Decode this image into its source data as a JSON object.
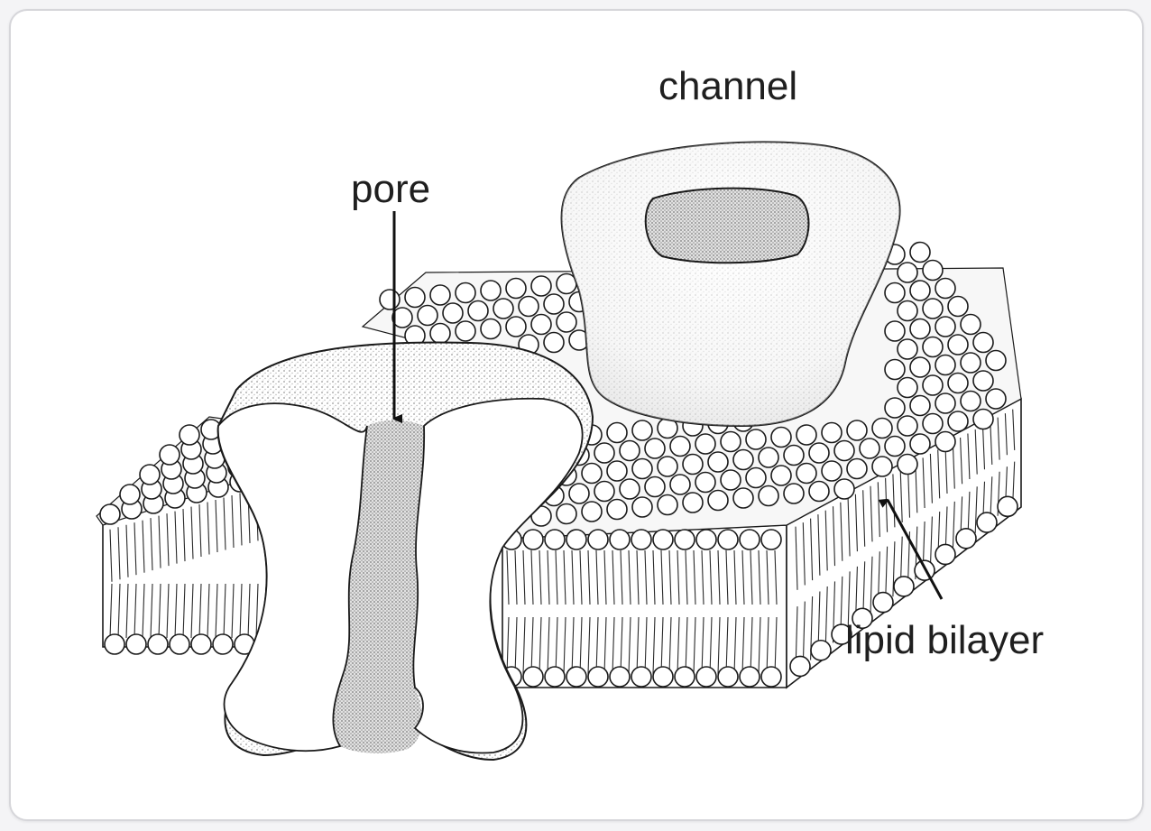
{
  "diagram": {
    "labels": {
      "channel": "channel",
      "pore": "pore",
      "lipid_bilayer": "lipid bilayer"
    },
    "colors": {
      "ink": "#1a1a1a",
      "protein_fill": "#f2f2f2",
      "protein_shade": "#b0b0b0",
      "card_border": "#d6d6da"
    }
  }
}
